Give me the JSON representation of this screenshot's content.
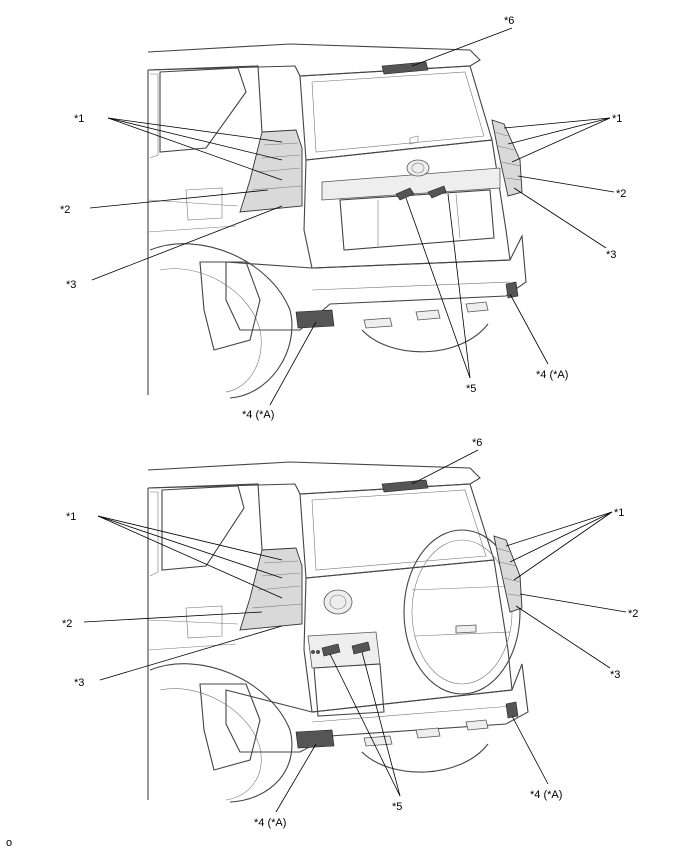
{
  "figure_code": "o",
  "views": [
    {
      "id": "standard-back-door",
      "callouts": {
        "c1_left": "*1",
        "c1_right": "*1",
        "c2_left": "*2",
        "c2_right": "*2",
        "c3_left": "*3",
        "c3_right": "*3",
        "c4_left": "*4 (*A)",
        "c4_right": "*4 (*A)",
        "c5": "*5",
        "c6": "*6"
      }
    },
    {
      "id": "spare-tire-back-door",
      "callouts": {
        "c1_left": "*1",
        "c1_right": "*1",
        "c2_left": "*2",
        "c2_right": "*2",
        "c3_left": "*3",
        "c3_right": "*3",
        "c4_left": "*4 (*A)",
        "c4_right": "*4 (*A)",
        "c5": "*5",
        "c6": "*6"
      }
    }
  ]
}
